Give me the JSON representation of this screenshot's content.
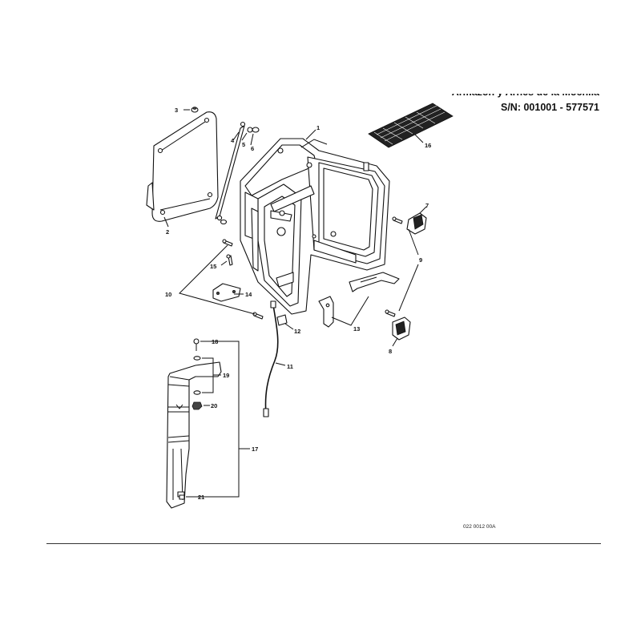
{
  "header": {
    "title_line1": "Armazón y Arnés de la Mochila",
    "title_line2": "S/N: 001001 - 577571"
  },
  "footer": {
    "drawing_code": "022 0012 00A"
  },
  "callouts": {
    "c1": "1",
    "c2": "2",
    "c3": "3",
    "c4": "4",
    "c5": "5",
    "c6": "6",
    "c7": "7",
    "c8": "8",
    "c9": "9",
    "c10": "10",
    "c11": "11",
    "c12": "12",
    "c13": "13",
    "c14": "14",
    "c15": "15",
    "c16": "16",
    "c17": "17",
    "c18": "18",
    "c19": "19",
    "c20": "20",
    "c21": "21"
  }
}
